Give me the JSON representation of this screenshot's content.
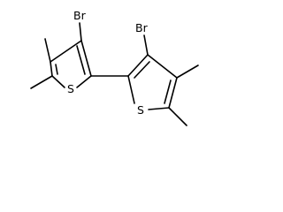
{
  "structure": {
    "atoms": {
      "br_left": "Br",
      "br_right": "Br",
      "s_left": "S",
      "s_right": "S"
    },
    "colors": {
      "ink": "#000000",
      "background": "#ffffff"
    }
  }
}
